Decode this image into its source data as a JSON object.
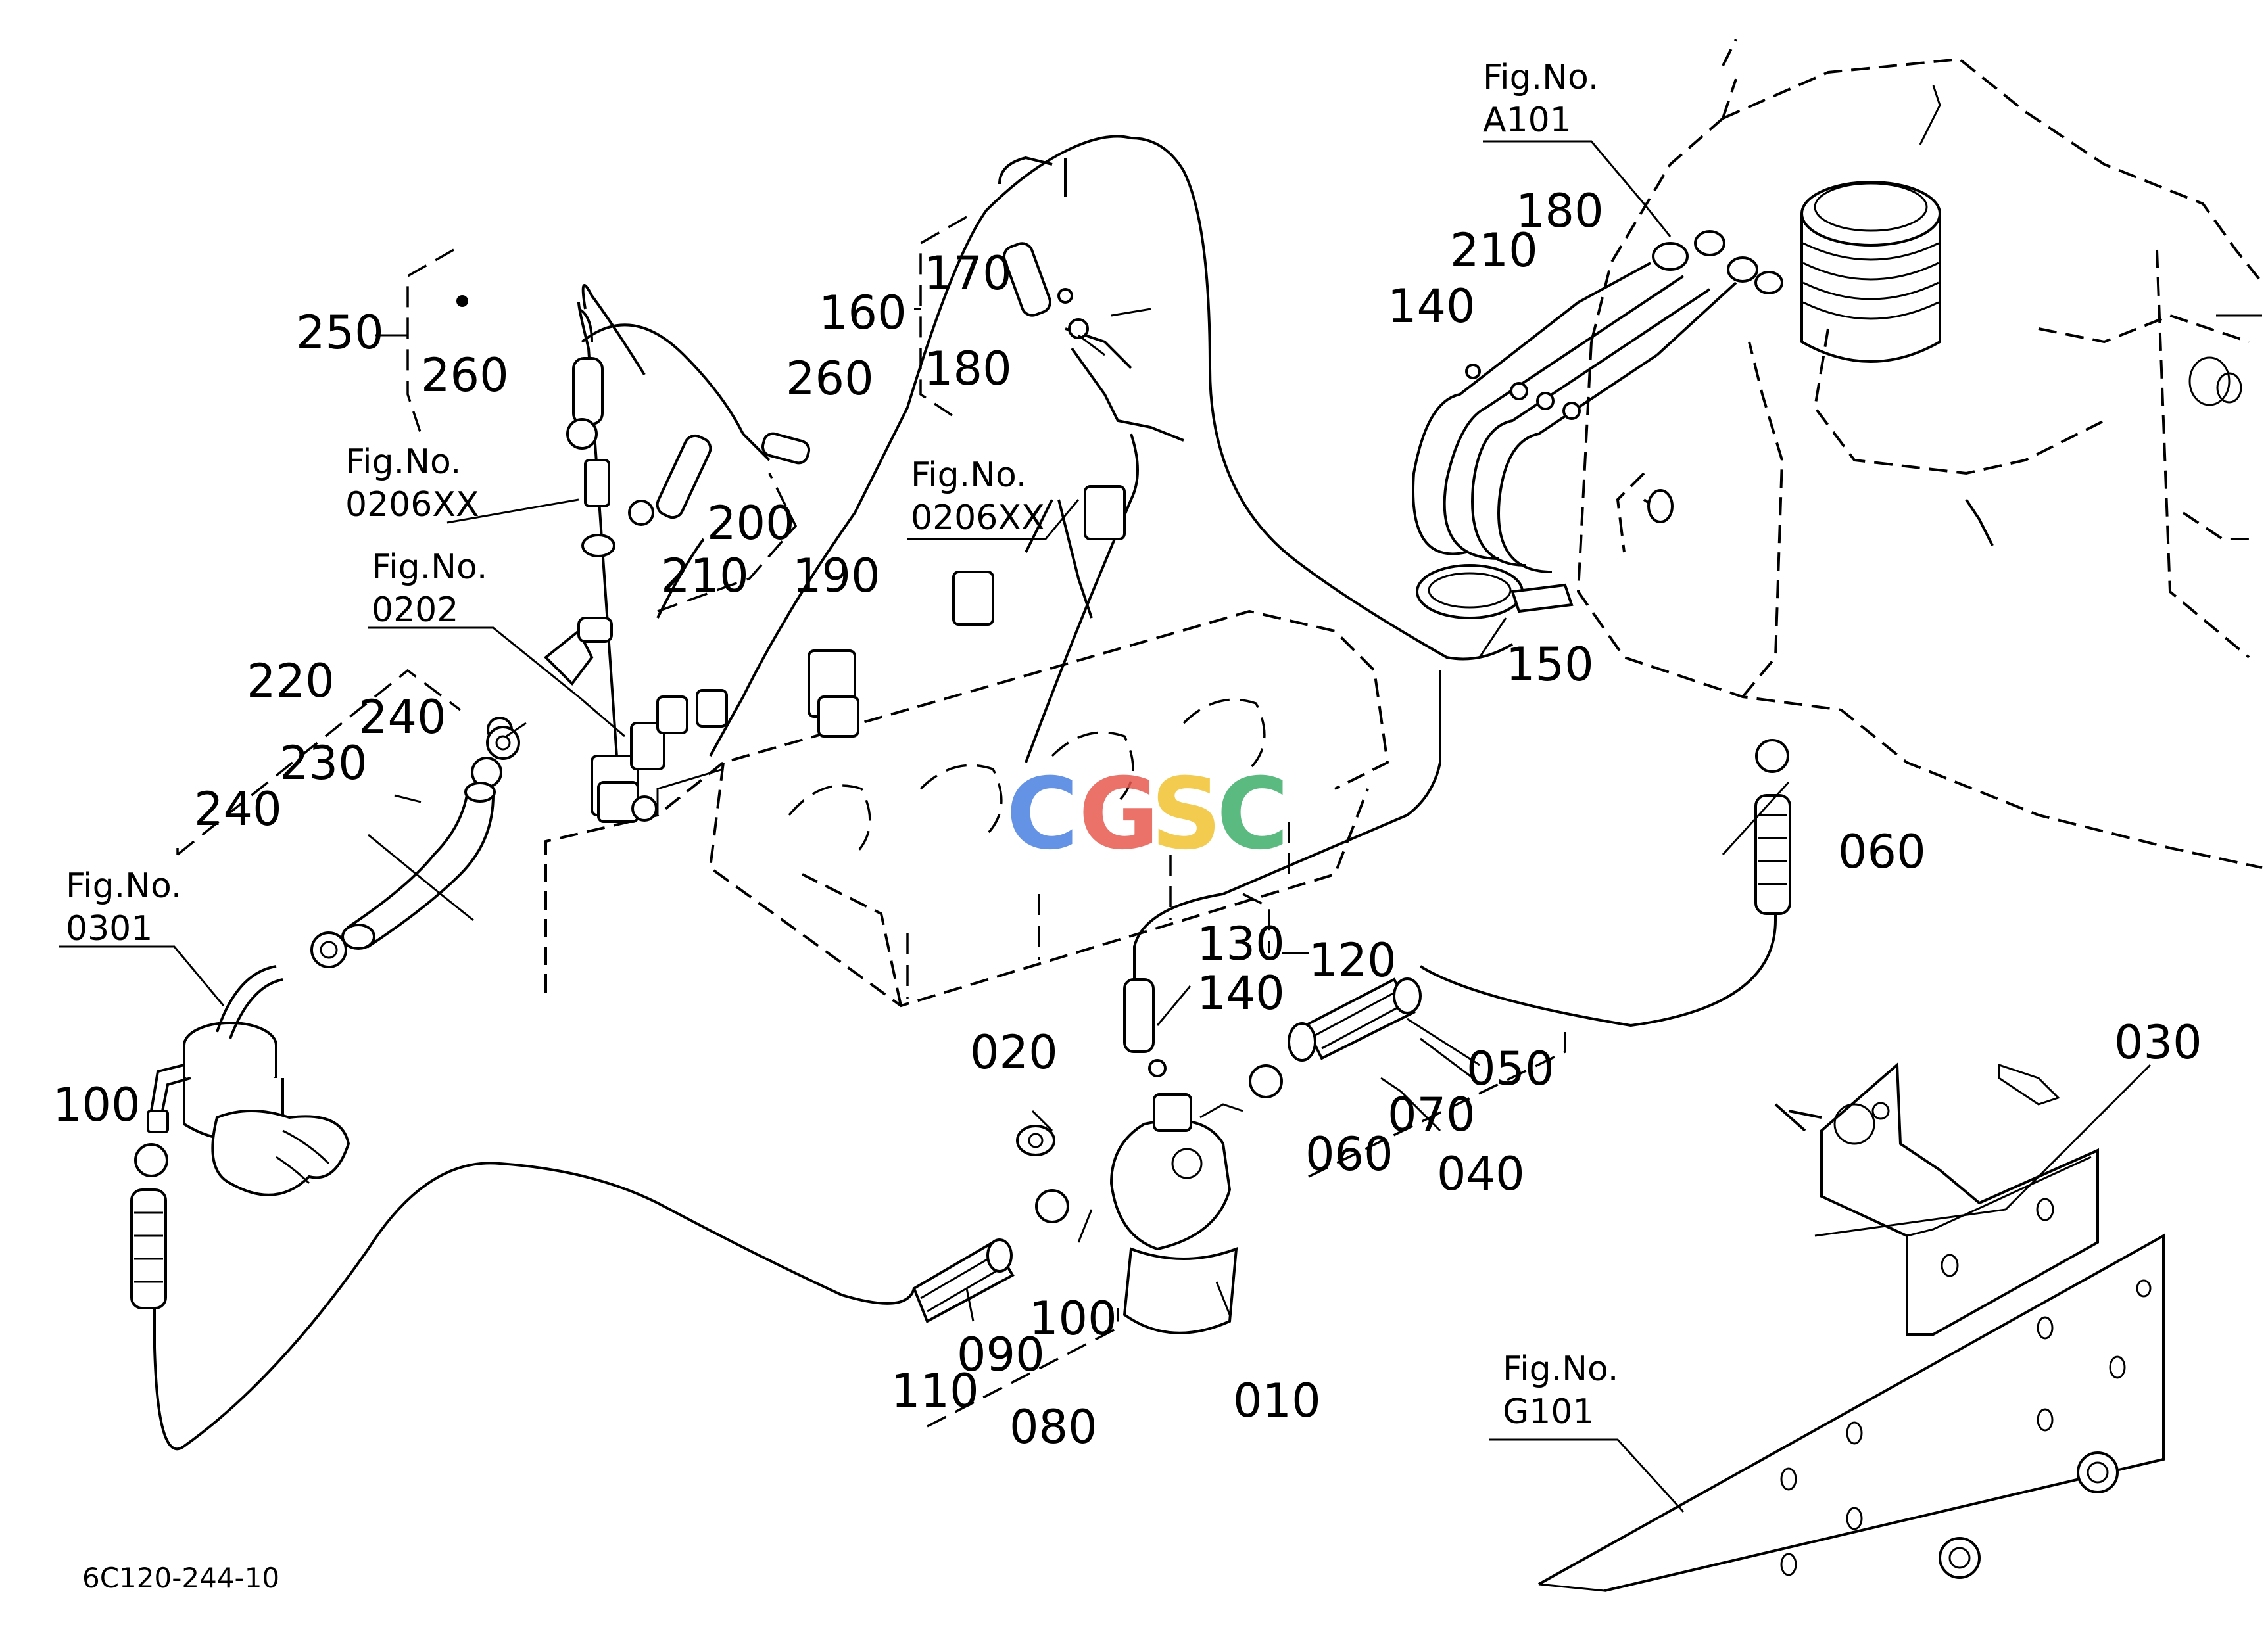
{
  "diagram": {
    "code": "6C120-244-10",
    "watermark": {
      "letters": [
        "C",
        "G",
        "S",
        "C"
      ],
      "colors": [
        "#4a7fe0",
        "#e85a50",
        "#f2c230",
        "#3fae6a"
      ]
    },
    "figure_refs": [
      {
        "id": "a101",
        "line1": "Fig.No.",
        "line2": "A101"
      },
      {
        "id": "0206xx-left",
        "line1": "Fig.No.",
        "line2": "0206XX"
      },
      {
        "id": "0206xx-right",
        "line1": "Fig.No.",
        "line2": "0206XX"
      },
      {
        "id": "0202",
        "line1": "Fig.No.",
        "line2": "0202"
      },
      {
        "id": "0301",
        "line1": "Fig.No.",
        "line2": "0301"
      },
      {
        "id": "g101",
        "line1": "Fig.No.",
        "line2": "G101"
      }
    ],
    "part_labels": [
      "250",
      "260",
      "260",
      "200",
      "210",
      "190",
      "170",
      "160",
      "180",
      "180",
      "210",
      "140",
      "150",
      "220",
      "240",
      "230",
      "240",
      "100",
      "060",
      "130",
      "120",
      "140",
      "020",
      "050",
      "070",
      "060",
      "040",
      "030",
      "100",
      "090",
      "110",
      "080",
      "010"
    ]
  }
}
